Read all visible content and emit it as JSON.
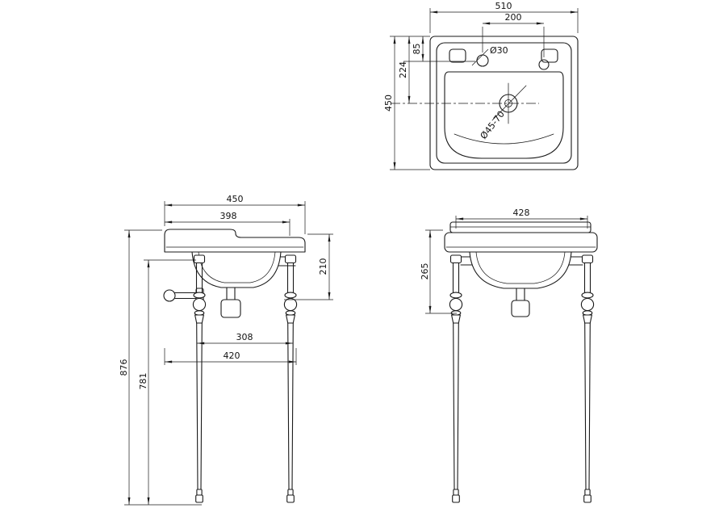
{
  "background": "#ffffff",
  "ink": "#1a1a1a",
  "plan_view": {
    "overall_width": "510",
    "tap_hole_centres": "200",
    "rim_to_tap_centre": "85",
    "rim_to_waste_centre": "224",
    "overall_depth": "450",
    "tap_hole_diameter": "Ø30",
    "waste_diameter": "Ø45-70"
  },
  "side_view": {
    "overall_depth": "450",
    "basin_depth": "398",
    "top_to_bowl_bottom": "210",
    "leg_centres": "308",
    "stand_depth": "420",
    "overall_height": "876",
    "stand_height": "781"
  },
  "front_view": {
    "stand_width": "428",
    "top_to_frame": "265"
  }
}
